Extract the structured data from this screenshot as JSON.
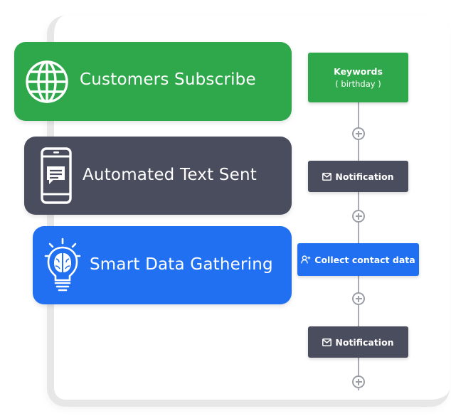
{
  "left_cards": [
    {
      "label": "Customers Subscribe",
      "icon": "globe-icon",
      "color": "#2fa84b"
    },
    {
      "label": "Automated Text Sent",
      "icon": "smartphone-message-icon",
      "color": "#4a4d5e"
    },
    {
      "label": "Smart Data Gathering",
      "icon": "lightbulb-brain-icon",
      "color": "#2170f2"
    }
  ],
  "flow": {
    "keywords_node": {
      "title": "Keywords",
      "subtitle": "( birthday )",
      "color": "#2fa84b"
    },
    "notification_node_1": {
      "label": "Notification",
      "icon": "envelope-icon",
      "color": "#4a4d5e"
    },
    "collect_node": {
      "label": "Collect contact data",
      "icon": "user-plus-icon",
      "color": "#2170f2"
    },
    "notification_node_2": {
      "label": "Notification",
      "icon": "envelope-icon",
      "color": "#4a4d5e"
    },
    "connector_color": "#a9abb2"
  }
}
